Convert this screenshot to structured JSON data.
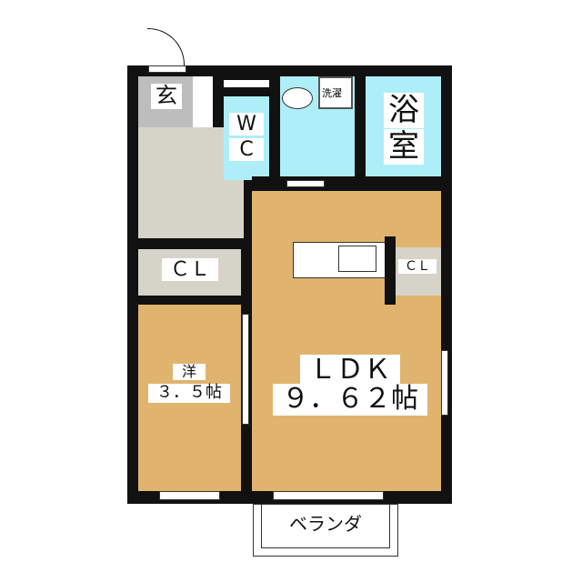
{
  "rooms": {
    "genkan": "玄",
    "wc_1": "W",
    "wc_2": "C",
    "washer": "洗濯",
    "bath_1": "浴",
    "bath_2": "室",
    "closet_left": "ＣＬ",
    "closet_right": "ＣＬ",
    "western_name": "洋",
    "western_size": "３．５帖",
    "ldk_name": "ＬＤＫ",
    "ldk_size": "９．６２帖",
    "balcony": "ベランダ"
  },
  "colors": {
    "wall": "#111111",
    "tan": "#e0b46e",
    "blue": "#aeeef8",
    "gray": "#d6d4c9",
    "genkan": "#bdbdbd"
  }
}
